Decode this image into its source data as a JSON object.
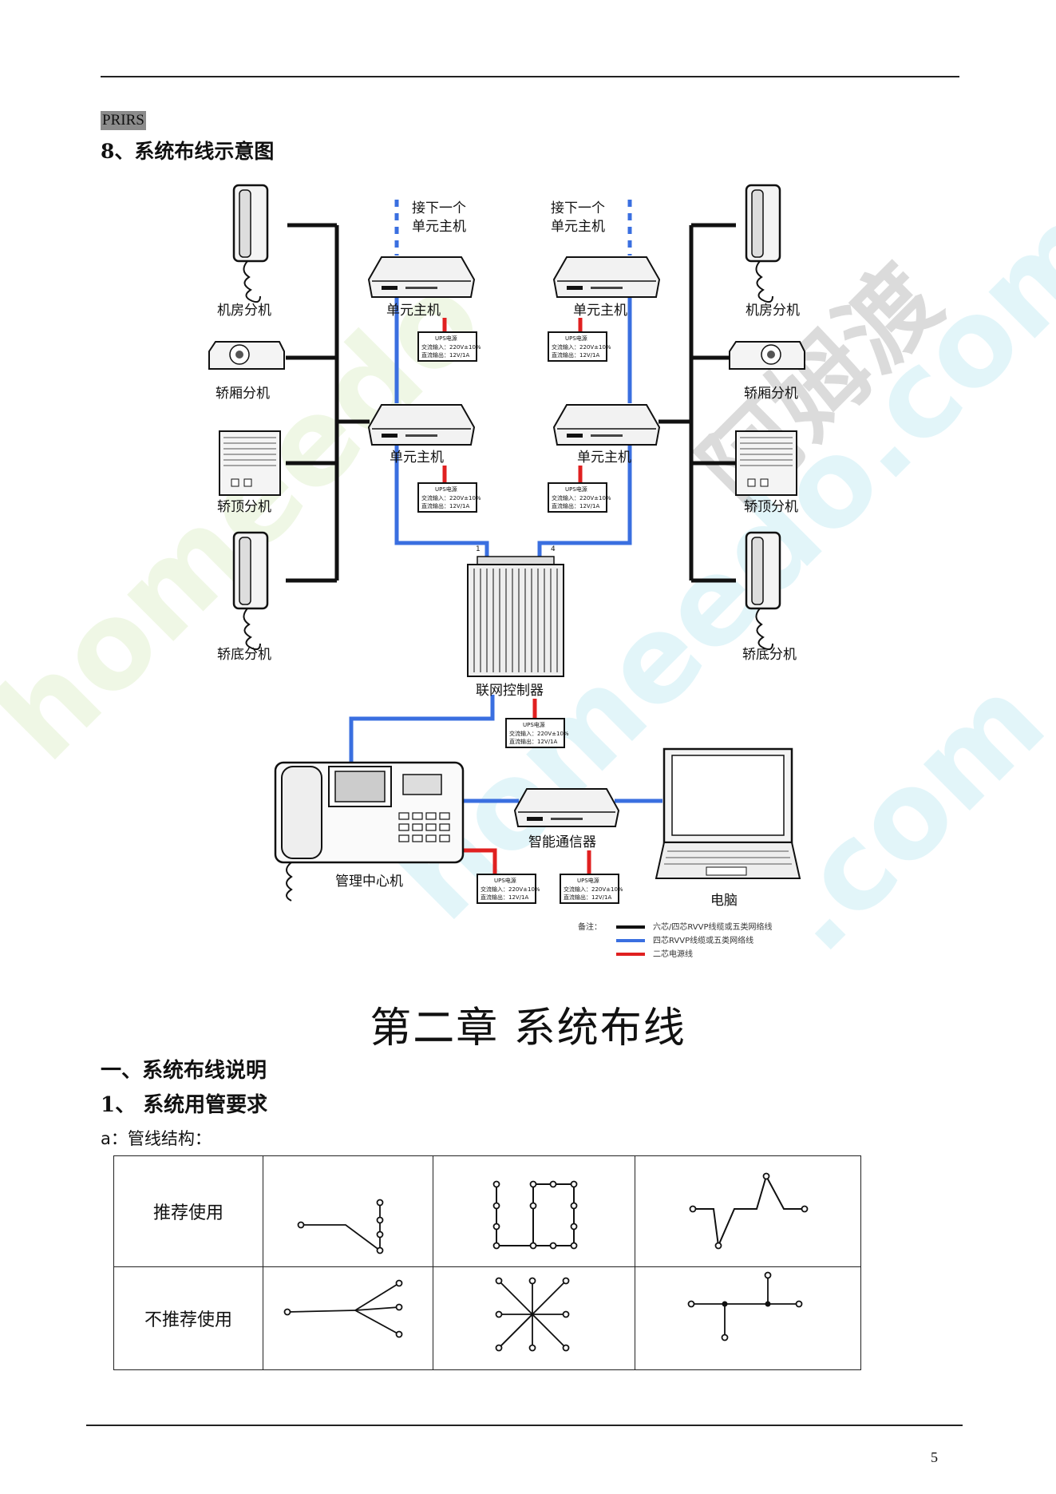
{
  "header_tag": "PRIRS",
  "section_title": "8、系统布线示意图",
  "diagram": {
    "next_unit_label_line1": "接下一个",
    "next_unit_label_line2": "单元主机",
    "unit_host": "单元主机",
    "machine_room_ext": "机房分机",
    "car_ext": "轿厢分机",
    "car_top_ext": "轿顶分机",
    "car_bottom_ext": "轿底分机",
    "network_controller": "联网控制器",
    "management_center": "管理中心机",
    "smart_communicator": "智能通信器",
    "computer": "电脑",
    "ups_title": "UPS电源",
    "ups_line1": "交流输入：220V±10%",
    "ups_line2": "直流输出：12V/1A",
    "port_1": "1",
    "port_4": "4",
    "legend_title": "备注：",
    "legend": [
      {
        "color": "#111111",
        "text": "六芯/四芯RVVP线缆或五类网络线"
      },
      {
        "color": "#3a6fe0",
        "text": "四芯RVVP线缆或五类网络线"
      },
      {
        "color": "#e02020",
        "text": "二芯电源线"
      }
    ],
    "watermark_cn": "阿姆渡",
    "watermark_url": "homeedo.com"
  },
  "chapter_title": "第二章  系统布线",
  "heading1": "一、系统布线说明",
  "heading2": "1、 系统用管要求",
  "para_a": "a：管线结构：",
  "table": {
    "row1_label": "推荐使用",
    "row2_label": "不推荐使用"
  },
  "page_number": "5"
}
